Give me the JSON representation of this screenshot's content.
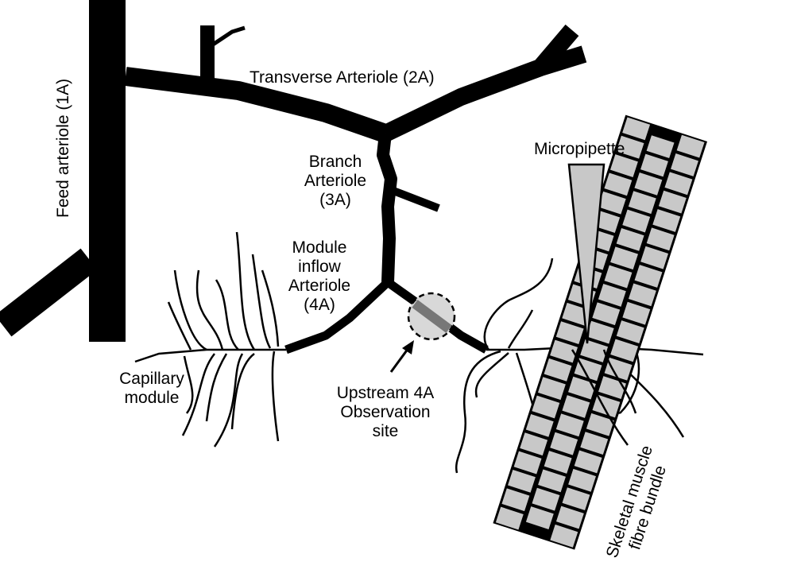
{
  "labels": {
    "feed_arteriole": "Feed arteriole (1A)",
    "transverse_arteriole": "Transverse Arteriole (2A)",
    "branch_arteriole_1": "Branch",
    "branch_arteriole_2": "Arteriole",
    "branch_arteriole_3": "(3A)",
    "module_inflow_1": "Module",
    "module_inflow_2": "inflow",
    "module_inflow_3": "Arteriole",
    "module_inflow_4": "(4A)",
    "capillary_1": "Capillary",
    "capillary_2": "module",
    "upstream_1": "Upstream 4A",
    "upstream_2": "Observation",
    "upstream_3": "site",
    "micropipette": "Micropipette",
    "bundle_1": "Skeletal muscle",
    "bundle_2": "fibre bundle"
  },
  "colors": {
    "vessel": "#000000",
    "pipette_fill": "#c8c8c8",
    "fibre_fill": "#c8c8c8",
    "observation_fill": "#d8d8d8",
    "observation_band": "#777777"
  }
}
